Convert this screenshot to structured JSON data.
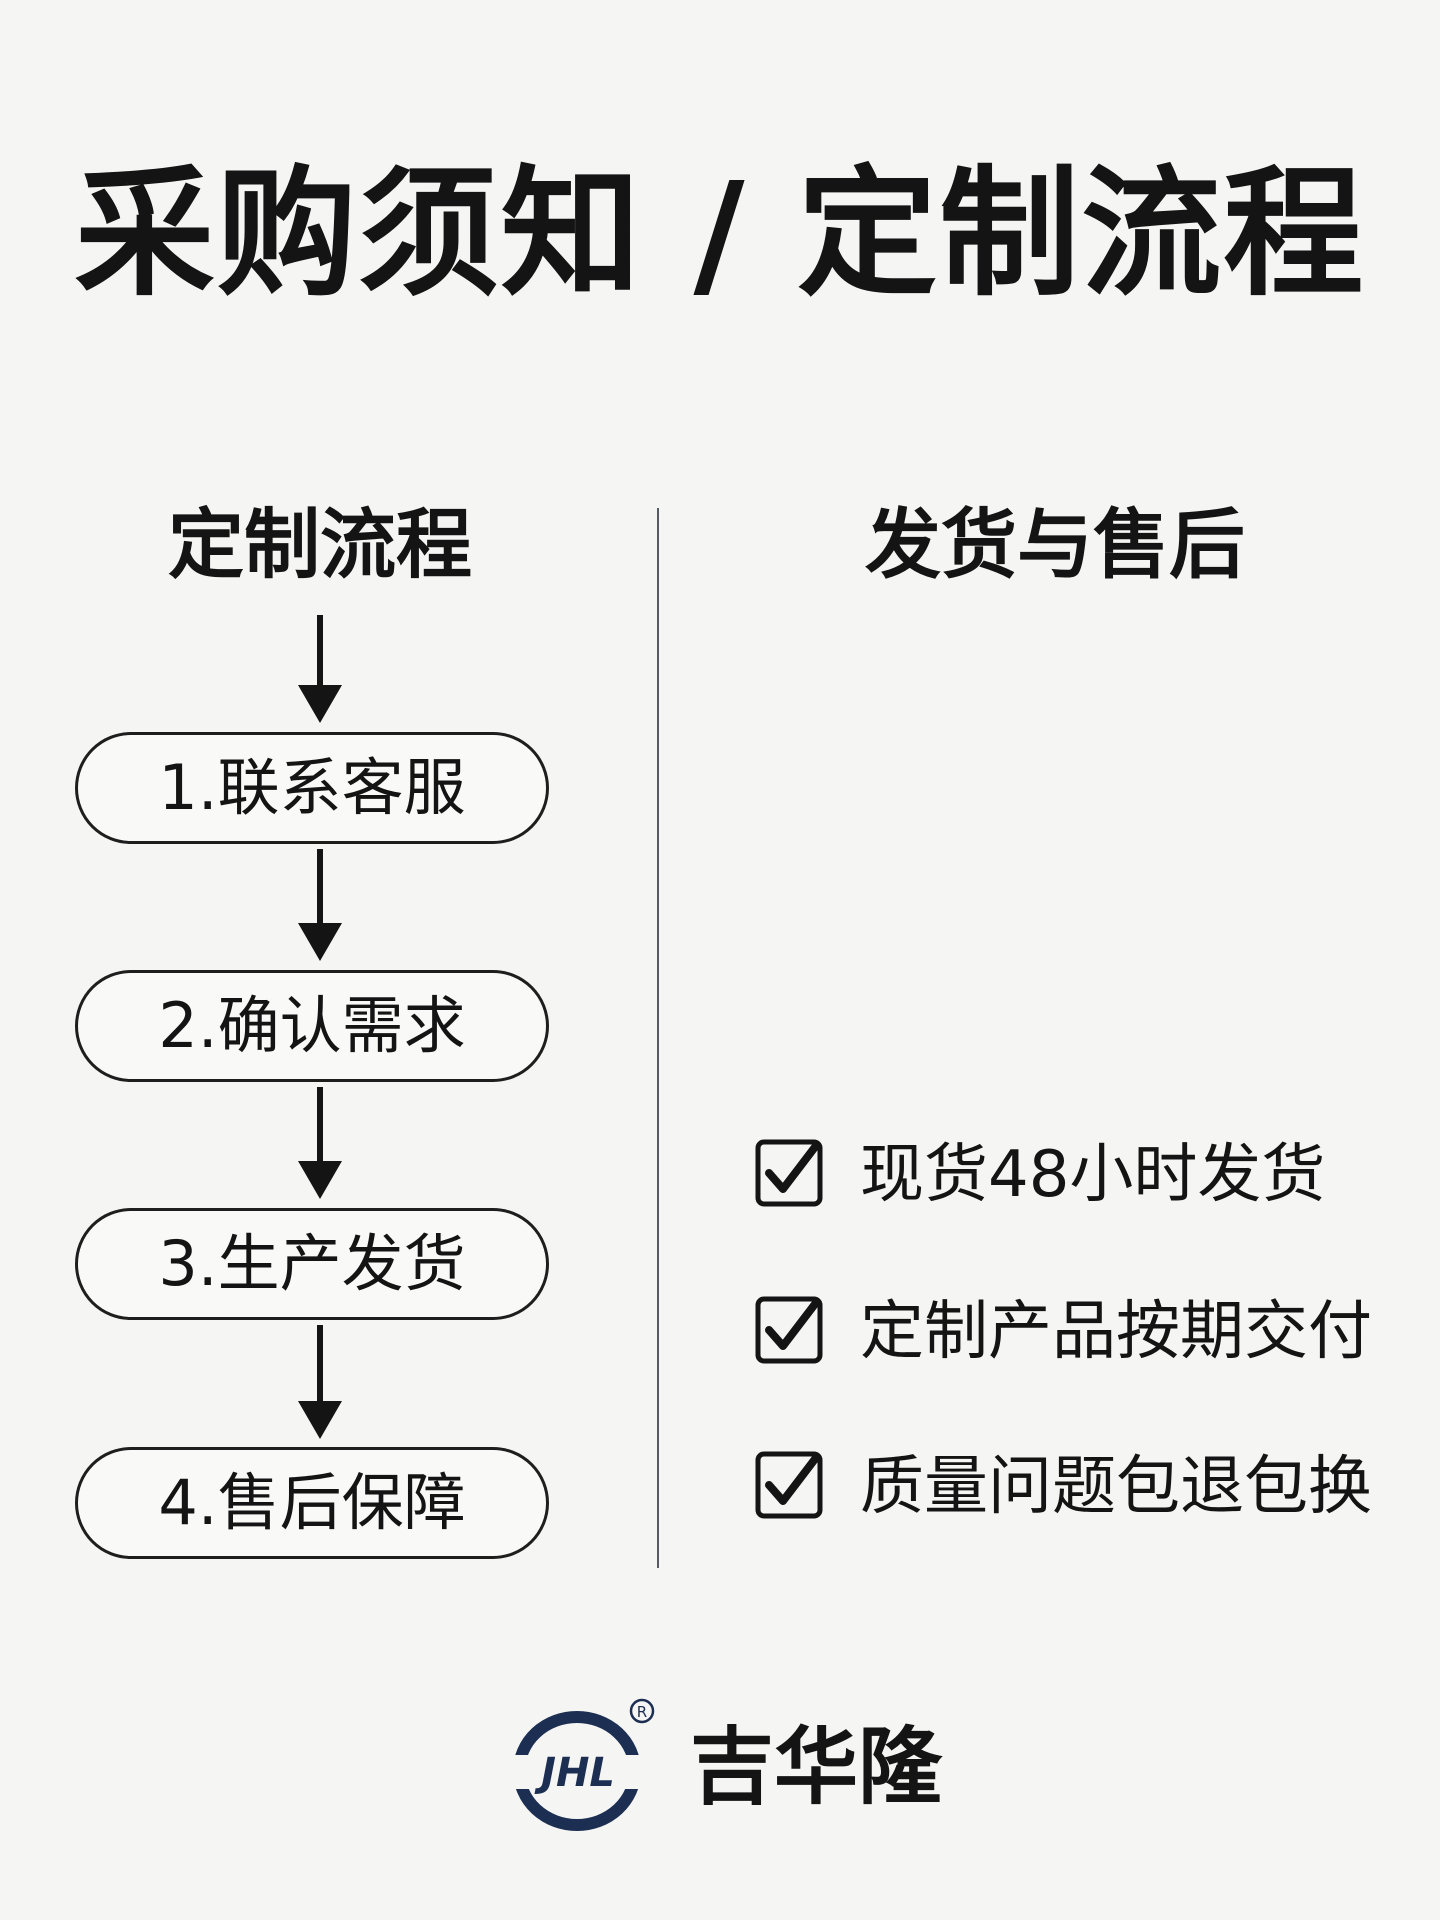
{
  "page": {
    "title": "采购须知 / 定制流程"
  },
  "left_column": {
    "heading": "定制流程",
    "steps": [
      {
        "label": "1.联系客服"
      },
      {
        "label": "2.确认需求"
      },
      {
        "label": "3.生产发货"
      },
      {
        "label": "4.售后保障"
      }
    ]
  },
  "right_column": {
    "heading": "发货与售后",
    "items": [
      {
        "label": "现货48小时发货",
        "icon": "checkbox-checked-icon"
      },
      {
        "label": "定制产品按期交付",
        "icon": "checkbox-checked-icon"
      },
      {
        "label": "质量问题包退包换",
        "icon": "checkbox-checked-icon"
      }
    ]
  },
  "brand": {
    "mark_text": "JHL",
    "registered_symbol": "R",
    "name": "吉华隆",
    "color": "#1c2f52"
  },
  "colors": {
    "background": "#f5f5f3",
    "text": "#141414",
    "divider": "#555a63"
  }
}
